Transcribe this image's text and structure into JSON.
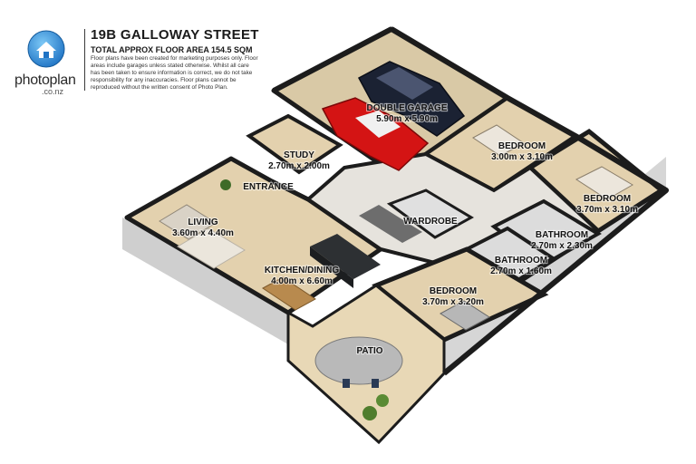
{
  "brand": {
    "name": "photoplan",
    "domain": ".co.nz",
    "logo_icon": "house-icon",
    "colors": {
      "logo_blue": "#1f7fcf",
      "logo_blue_light": "#6fc0f4"
    }
  },
  "header": {
    "title": "19B GALLOWAY STREET",
    "subtitle": "TOTAL APPROX FLOOR AREA 154.5 SQM",
    "disclaimer": "Floor plans have been created for marketing purposes only. Floor areas include garages unless stated otherwise. Whilst all care has been taken to ensure information is correct, we do not take responsibility for any inaccuracies. Floor plans cannot be reproduced without the written consent of Photo Plan."
  },
  "rooms": [
    {
      "key": "garage",
      "name": "DOUBLE GARAGE",
      "size": "5.90m x 5.90m"
    },
    {
      "key": "study",
      "name": "STUDY",
      "size": "2.70m x 2.00m"
    },
    {
      "key": "entrance",
      "name": "ENTRANCE",
      "size": ""
    },
    {
      "key": "bedroom1",
      "name": "BEDROOM",
      "size": "3.00m x 3.10m"
    },
    {
      "key": "bedroom2",
      "name": "BEDROOM",
      "size": "3.70m x 3.10m"
    },
    {
      "key": "living",
      "name": "LIVING",
      "size": "3.60m x 4.40m"
    },
    {
      "key": "wardrobe",
      "name": "WARDROBE",
      "size": ""
    },
    {
      "key": "bathroom1",
      "name": "BATHROOM",
      "size": "2.70m x 2.30m"
    },
    {
      "key": "bathroom2",
      "name": "BATHROOM",
      "size": "2.70m x 1.60m"
    },
    {
      "key": "kitchen",
      "name": "KITCHEN/DINING",
      "size": "4.00m x 6.60m"
    },
    {
      "key": "bedroom3",
      "name": "BEDROOM",
      "size": "3.70m x 3.20m"
    },
    {
      "key": "patio",
      "name": "PATIO",
      "size": ""
    }
  ],
  "colors": {
    "floor_wood": "#e3d1ae",
    "floor_garage": "#d9c9a6",
    "floor_tile": "#dcdcdc",
    "wall_top": "#1c1c1c",
    "wall_side": "#cfcfcf"
  }
}
